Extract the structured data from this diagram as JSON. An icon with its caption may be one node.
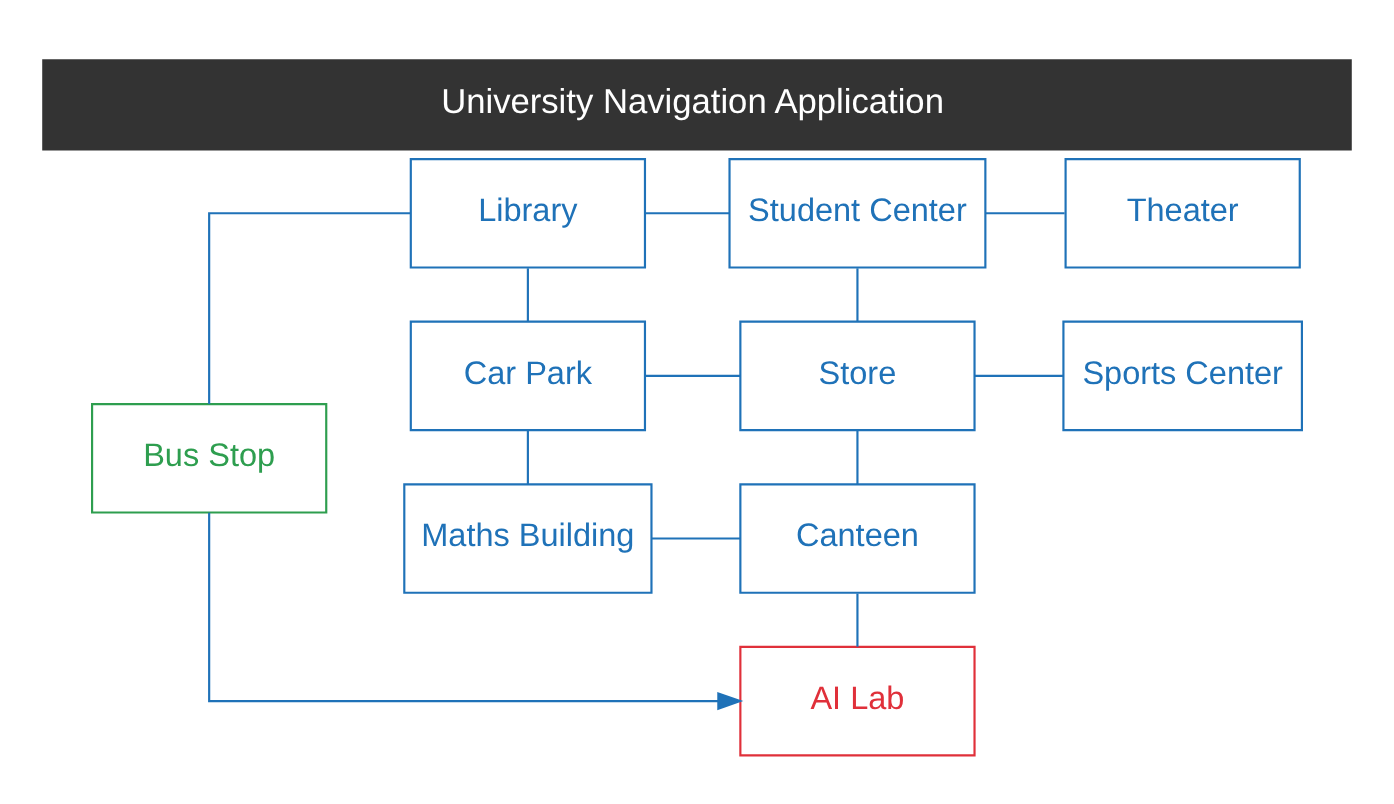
{
  "diagram": {
    "title": "University Navigation Application",
    "nodes": [
      {
        "text": [
          "Bus Stop"
        ]
      },
      {
        "text": [
          "Library"
        ]
      },
      {
        "text": [
          "Student Center"
        ]
      },
      {
        "text": [
          "Theater"
        ]
      },
      {
        "text": [
          "Car Park"
        ]
      },
      {
        "text": [
          "Store"
        ]
      },
      {
        "text": [
          "Sports Center"
        ]
      },
      {
        "text": [
          "Maths Building"
        ]
      },
      {
        "text": [
          "Canteen"
        ]
      },
      {
        "text": [
          "AI Lab"
        ]
      }
    ],
    "edges": [
      {
        "from": 0,
        "to": 1,
        "arrow": "none"
      },
      {
        "from": 1,
        "to": 2,
        "arrow": "none"
      },
      {
        "from": 2,
        "to": 3,
        "arrow": "none"
      },
      {
        "from": 1,
        "to": 4,
        "arrow": "none"
      },
      {
        "from": 2,
        "to": 5,
        "arrow": "none"
      },
      {
        "from": 4,
        "to": 5,
        "arrow": "none"
      },
      {
        "from": 5,
        "to": 6,
        "arrow": "none"
      },
      {
        "from": 4,
        "to": 7,
        "arrow": "none"
      },
      {
        "from": 5,
        "to": 8,
        "arrow": "none"
      },
      {
        "from": 7,
        "to": 8,
        "arrow": "none"
      },
      {
        "from": 8,
        "to": 9,
        "arrow": "none"
      },
      {
        "from": 0,
        "to": 9,
        "arrow": "to"
      }
    ]
  }
}
